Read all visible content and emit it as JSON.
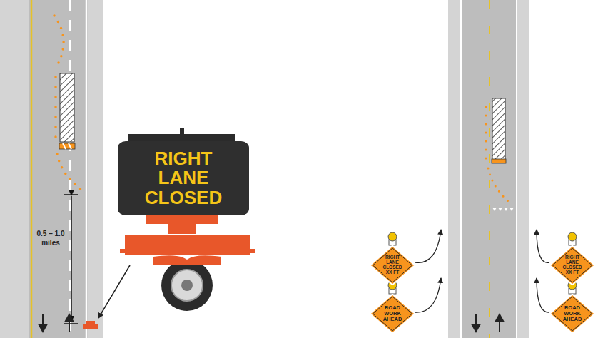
{
  "diagram": {
    "nodes": [
      {
        "text": [
          "RIGHT LANE CLOSED"
        ]
      },
      {
        "text": [
          "RIGHT LANE CLOSED XX FT"
        ]
      },
      {
        "text": [
          "ROAD WORK AHEAD"
        ]
      },
      {
        "text": [
          "RIGHT LANE CLOSED XX FT"
        ]
      },
      {
        "text": [
          "ROAD WORK AHEAD"
        ]
      }
    ],
    "labels": [
      "0.5 – 1.0 miles"
    ]
  }
}
